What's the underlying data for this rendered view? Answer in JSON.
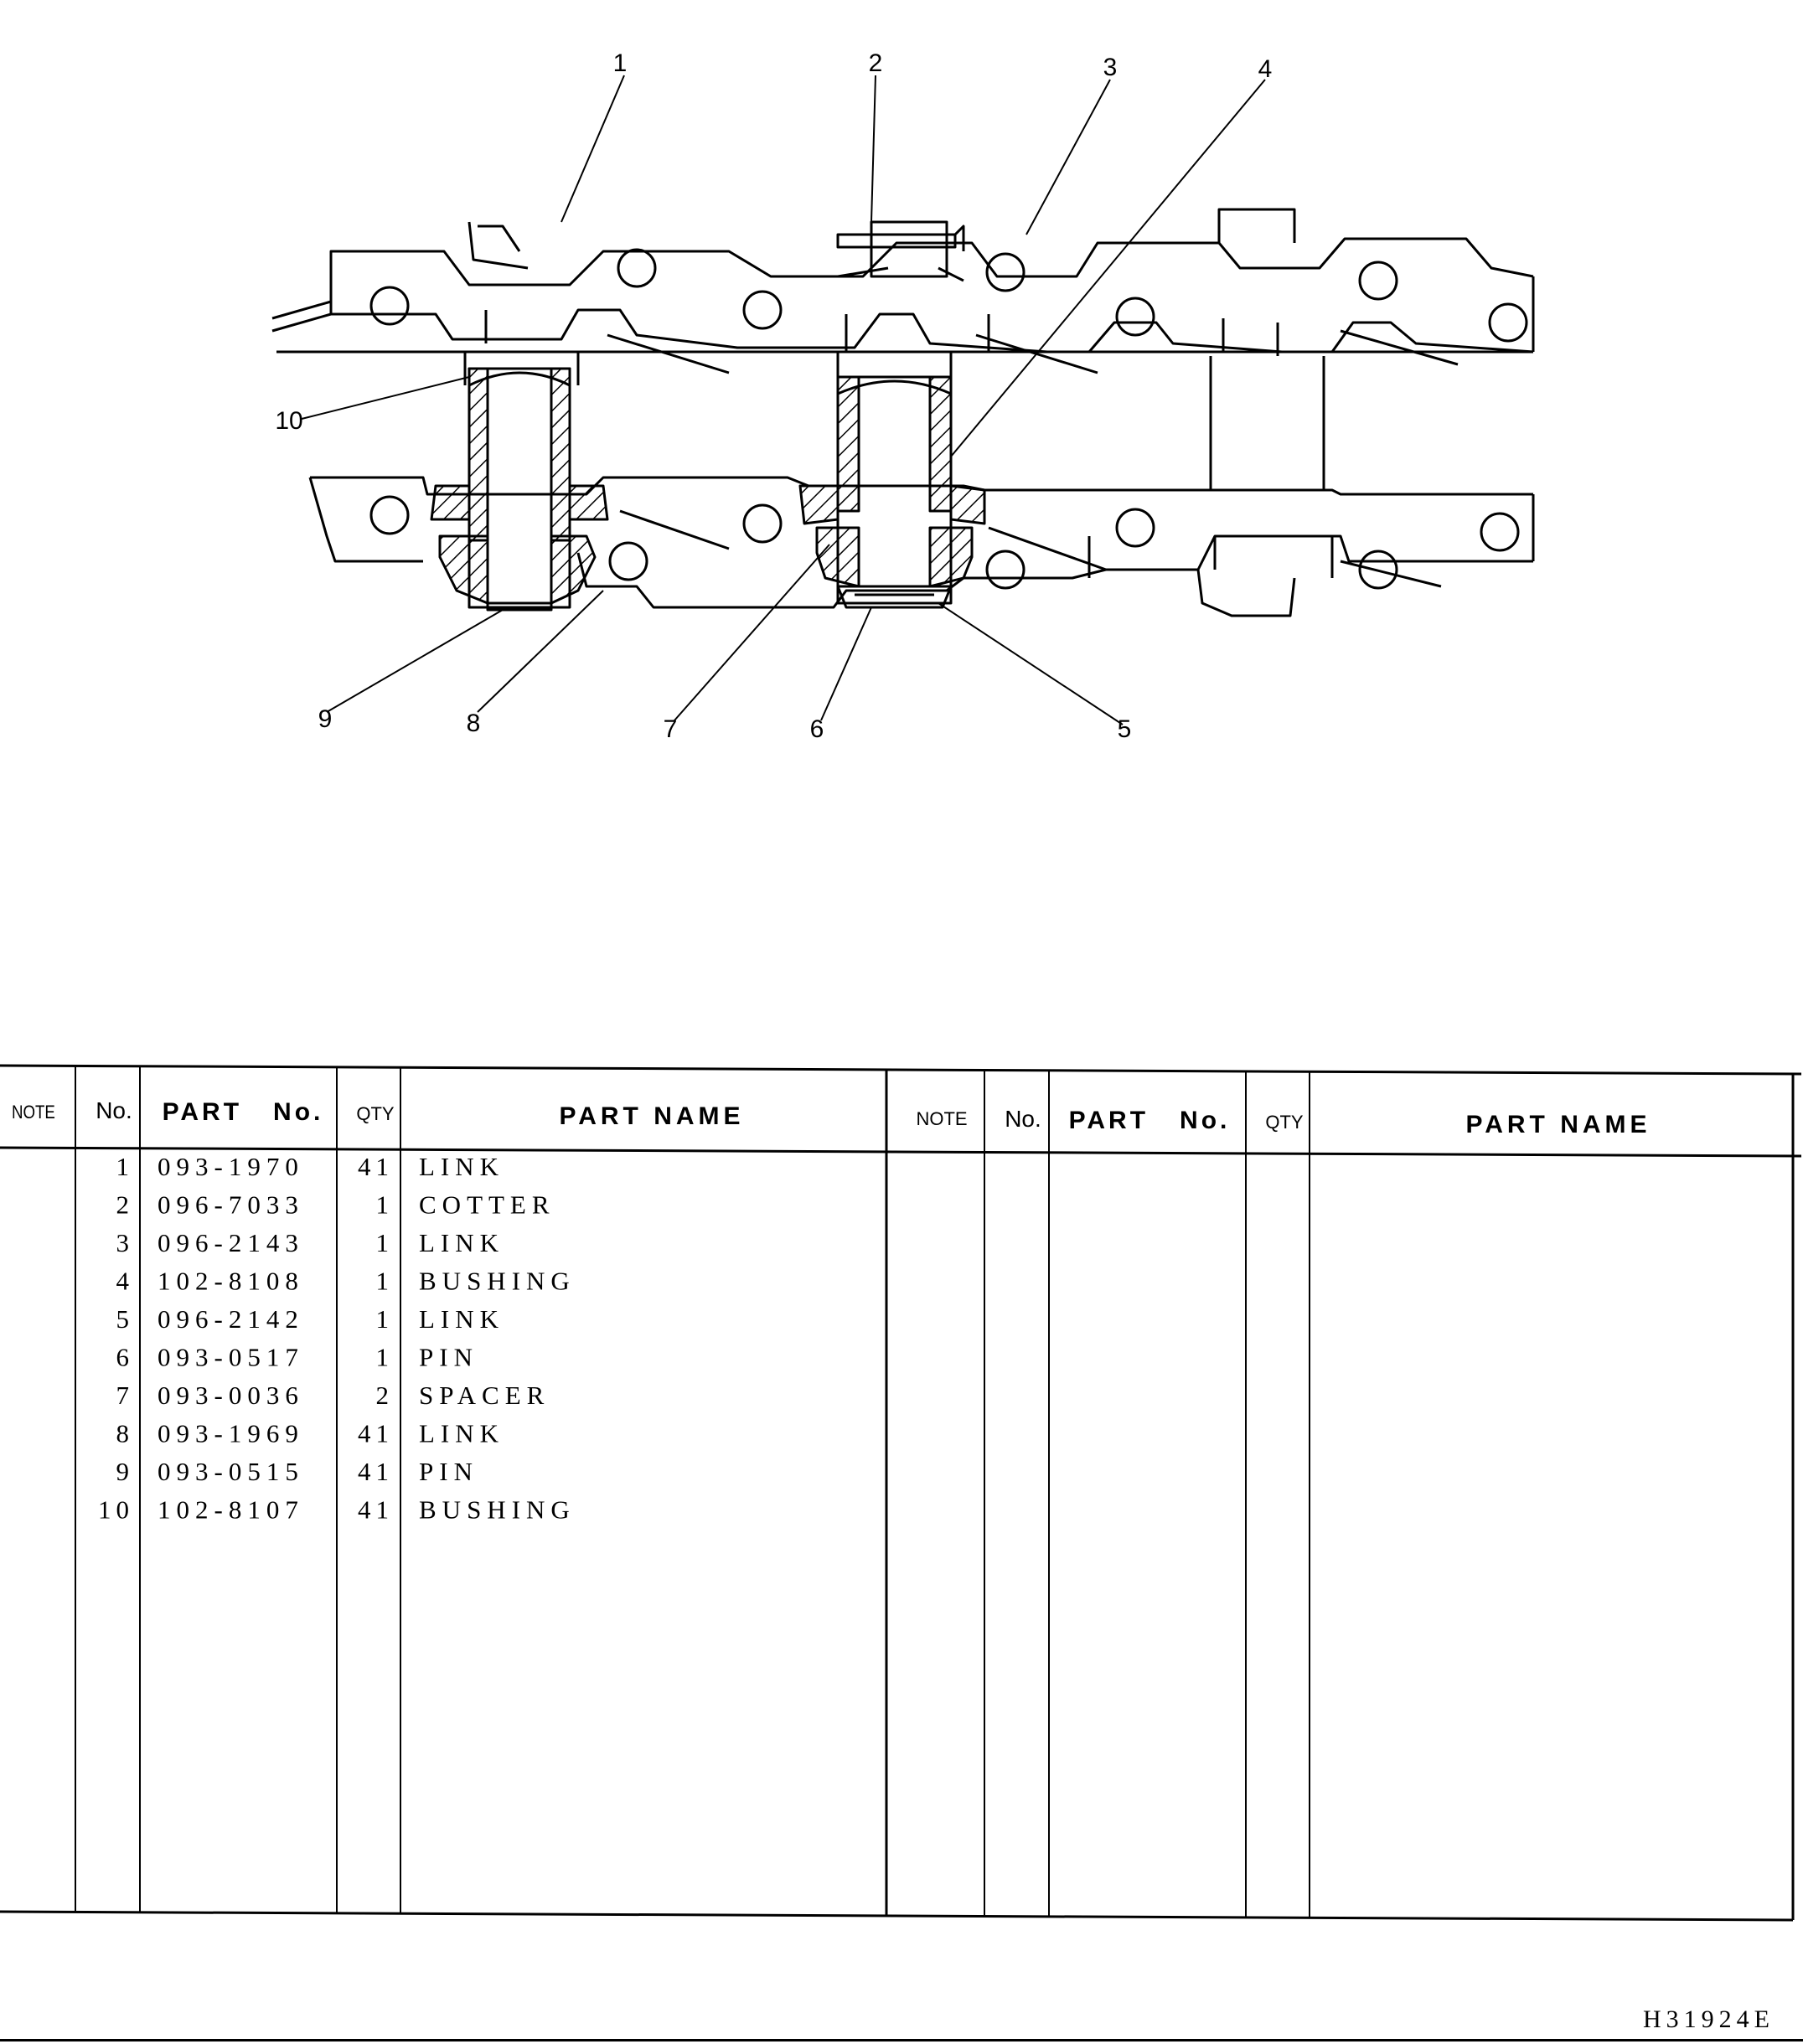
{
  "callouts": [
    "1",
    "2",
    "3",
    "4",
    "5",
    "6",
    "7",
    "8",
    "9",
    "10"
  ],
  "table": {
    "headers": {
      "note": "NOTE",
      "no": "No.",
      "part_no": "PART   No.",
      "qty": "QTY",
      "part_name": "PART NAME"
    },
    "rows": [
      {
        "no": "1",
        "part_no": "093-1970",
        "qty": "41",
        "name": "LINK"
      },
      {
        "no": "2",
        "part_no": "096-7033",
        "qty": "1",
        "name": "COTTER"
      },
      {
        "no": "3",
        "part_no": "096-2143",
        "qty": "1",
        "name": "LINK"
      },
      {
        "no": "4",
        "part_no": "102-8108",
        "qty": "1",
        "name": "BUSHING"
      },
      {
        "no": "5",
        "part_no": "096-2142",
        "qty": "1",
        "name": "LINK"
      },
      {
        "no": "6",
        "part_no": "093-0517",
        "qty": "1",
        "name": "PIN"
      },
      {
        "no": "7",
        "part_no": "093-0036",
        "qty": "2",
        "name": "SPACER"
      },
      {
        "no": "8",
        "part_no": "093-1969",
        "qty": "41",
        "name": "LINK"
      },
      {
        "no": "9",
        "part_no": "093-0515",
        "qty": "41",
        "name": "PIN"
      },
      {
        "no": "10",
        "part_no": "102-8107",
        "qty": "41",
        "name": "BUSHING"
      }
    ]
  },
  "drawing_code": "H31924E"
}
